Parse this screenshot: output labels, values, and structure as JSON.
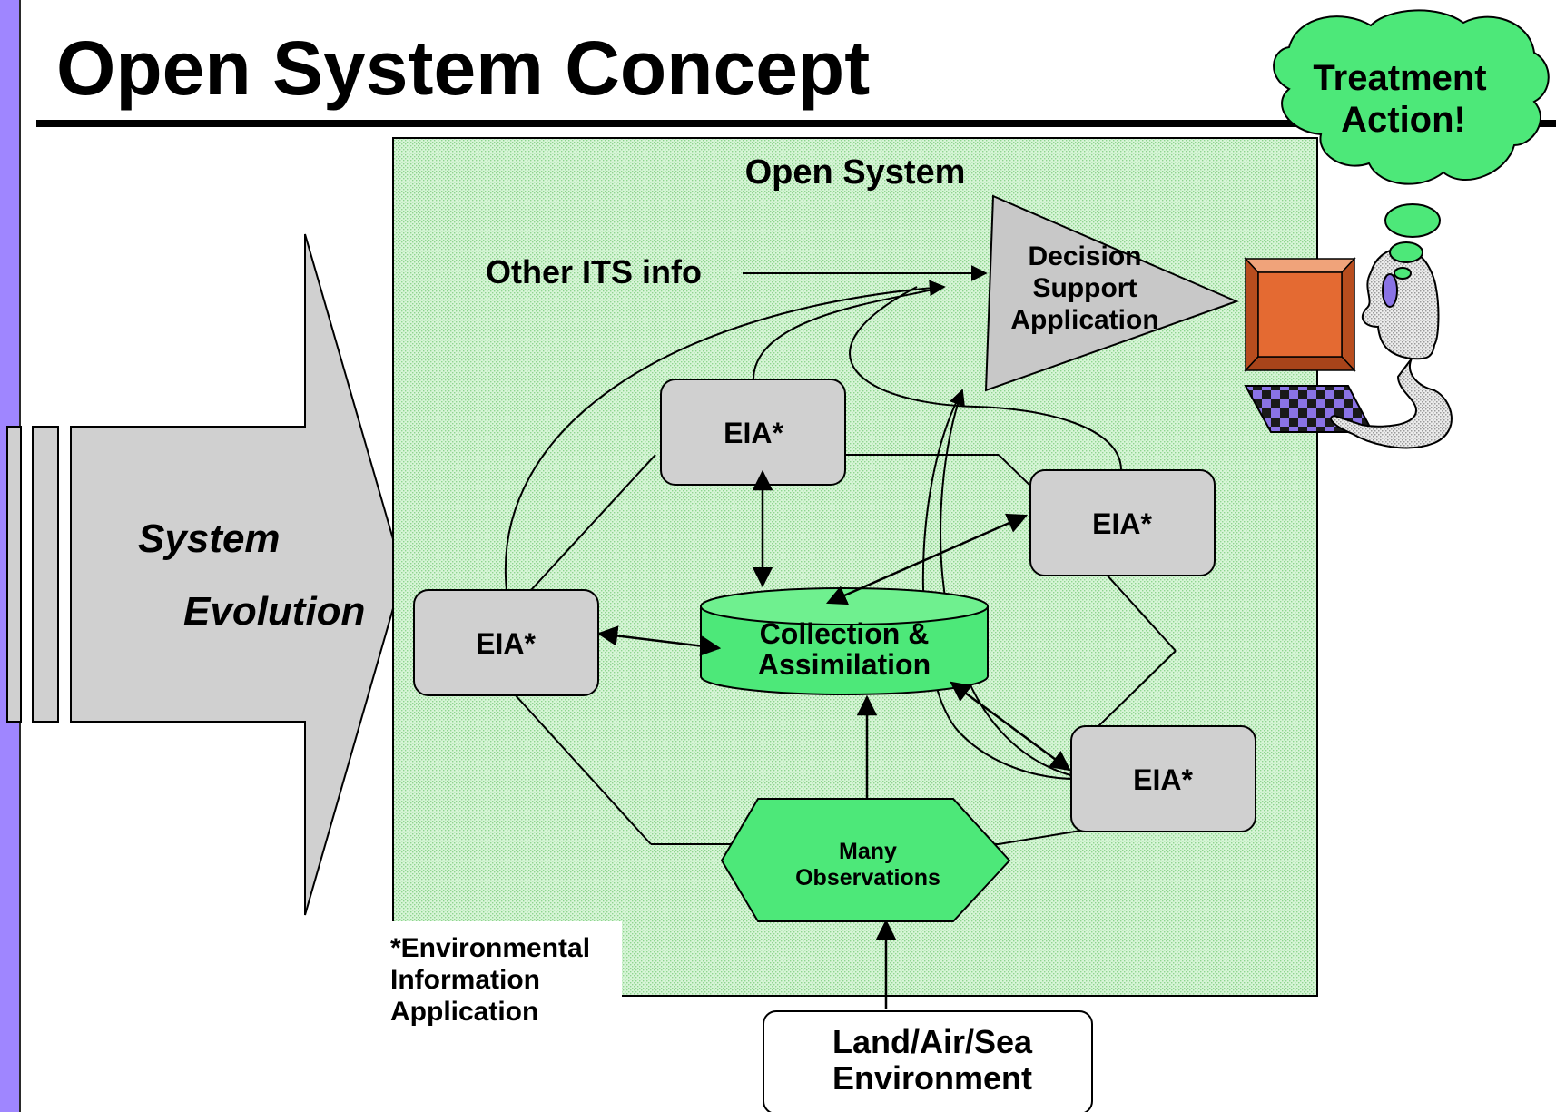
{
  "title": "Open System Concept",
  "system_evolution": {
    "line1": "System",
    "line2": "Evolution"
  },
  "open_system_label": "Open System",
  "other_its_info": "Other ITS info",
  "decision_support": {
    "line1": "Decision",
    "line2": "Support",
    "line3": "Application"
  },
  "eia_label": "EIA*",
  "collection": {
    "line1": "Collection &",
    "line2": "Assimilation"
  },
  "observations": {
    "line1": "Many",
    "line2": "Observations"
  },
  "environment": {
    "line1": "Land/Air/Sea",
    "line2": "Environment"
  },
  "footnote": {
    "line1": "*Environmental",
    "line2": "Information",
    "line3": "Application"
  },
  "thought": {
    "line1": "Treatment",
    "line2": "Action!"
  },
  "colors": {
    "accent_bar": "#9f86ff",
    "open_system_fill": "#ccf2cc",
    "green": "#4de879",
    "gray_box": "#d0d0d0",
    "monitor": "#e46a32",
    "keyboard": "#8a73e6"
  }
}
